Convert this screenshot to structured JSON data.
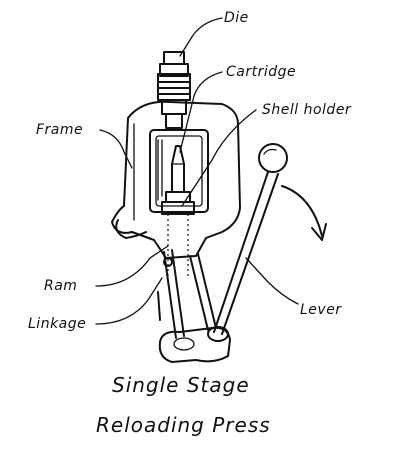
{
  "labels": {
    "die": "Die",
    "cartridge": "Cartridge",
    "shell_holder": "Shell holder",
    "frame": "Frame",
    "ram": "Ram",
    "linkage": "Linkage",
    "lever": "Lever"
  },
  "title": {
    "line1": "Single Stage",
    "line2": "Reloading Press"
  }
}
